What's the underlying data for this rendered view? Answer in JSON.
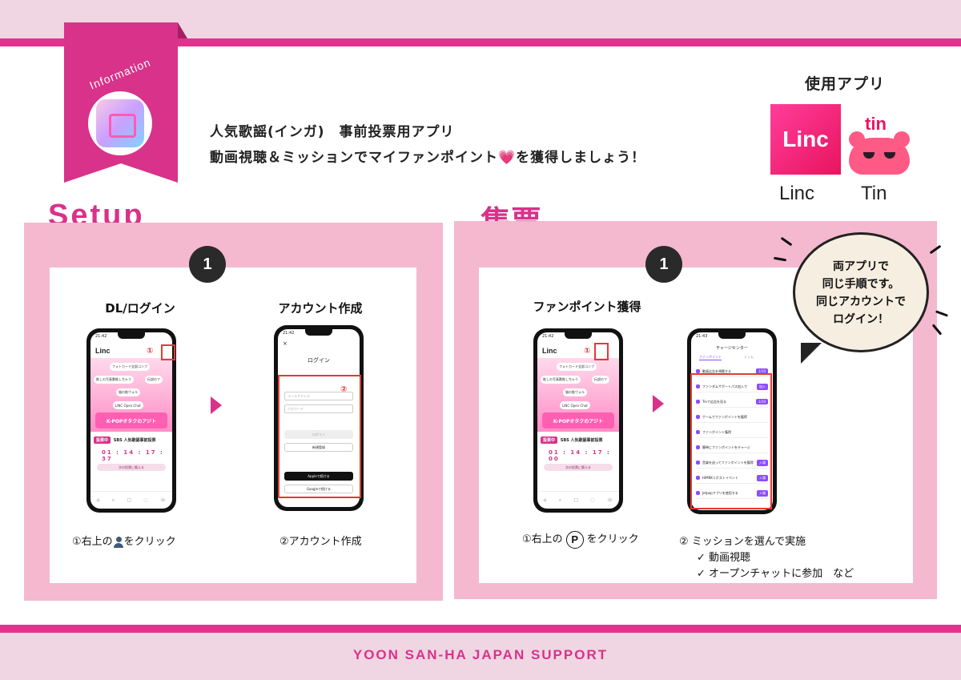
{
  "header": {
    "ribbon_label": "Information",
    "headline_1": "人気歌謡(インガ)　事前投票用アプリ",
    "headline_2": "動画視聴＆ミッションでマイファンポイント💗を獲得しましょう！"
  },
  "apps": {
    "title": "使用アプリ",
    "linc_logo_text": "Linc",
    "tin_logo_text": "tin",
    "linc_label": "Linc",
    "tin_label": "Tin"
  },
  "setup": {
    "title": "Setup",
    "step": "1",
    "phone1": {
      "label": "DL/ログイン",
      "time": "21:42",
      "logo": "Linc",
      "marker": "①",
      "pill_a": "フォトカード全部コンプ",
      "pill_b": "推しの写真敷推しちゃう",
      "pill_c": "伝説のフ",
      "pill_d": "猫の推ヴォル",
      "open_chat": "LINC Open Chat",
      "banner": "K-POPオタクのアジト",
      "vote_tag": "投票中",
      "vote_title": "SBS 人気歌謡事前投票",
      "countdown": "01 : 14 : 17 : 37",
      "cta": "次の投票に備える"
    },
    "phone2": {
      "label": "アカウント作成",
      "time": "21:42",
      "close": "×",
      "form_title": "ログイン",
      "marker": "②",
      "field_email": "メールアドレス",
      "field_password": "パスワード",
      "login_btn": "ログイン",
      "signup_btn": "新規登録",
      "apple_btn": "Appleで続ける",
      "google_btn": "Googleで続ける"
    },
    "caption_1_prefix": "①右上の",
    "caption_1_suffix": "をクリック",
    "caption_2": "②アカウント作成"
  },
  "shuhyo": {
    "title": "集票",
    "step": "1",
    "label": "ファンポイント獲得",
    "phone3": {
      "time": "21:42",
      "logo": "Linc",
      "marker": "①",
      "pill_a": "フォトカード全部コンプ",
      "pill_b": "推しの写真敷推しちゃう",
      "pill_c": "伝説のフ",
      "pill_d": "猫の推ヴォル",
      "open_chat": "LINC Open Chat",
      "banner": "K-POPオタクのアジト",
      "vote_tag": "投票中",
      "vote_title": "SBS 人気歌謡事前投票",
      "countdown": "01 : 14 : 17 : 00",
      "cta": "次の投票に備える"
    },
    "phone4": {
      "time": "21:43",
      "header": "チャージセンター",
      "tab_a": "ファンポイント",
      "tab_b": "ジェム",
      "missions": [
        {
          "label": "動画広告を視聴する",
          "pill": "1/10"
        },
        {
          "label": "ファンダムサポートパス加入で",
          "pill": "加入"
        },
        {
          "label": "Tinで広告を見る",
          "pill": "1/10"
        },
        {
          "label": "ゲームでファンポイントを獲得",
          "pill": ""
        },
        {
          "label": "ファンポイント獲得",
          "pill": ""
        },
        {
          "label": "簡単にファンポイントをチャージ",
          "pill": ""
        },
        {
          "label": "音楽を送ってファンポイントを獲得",
          "pill": "入場"
        },
        {
          "label": "HiMKKリボストイベント",
          "pill": "入場"
        },
        {
          "label": "Jetpopアプリを使用する",
          "pill": "入場"
        }
      ]
    },
    "caption_3_prefix": "①右上の",
    "caption_3_icon": "P",
    "caption_3_suffix": "をクリック",
    "caption_4": "② ミッションを選んで実施",
    "caption_4_item_1": "✓ 動画視聴",
    "caption_4_item_2": "✓ オープンチャットに参加　など"
  },
  "bubble": {
    "line_1": "両アプリで",
    "line_2": "同じ手順です。",
    "line_3": "同じアカウントで",
    "line_4": "ログイン！"
  },
  "footer": {
    "text": "YOON SAN-HA JAPAN SUPPORT"
  }
}
